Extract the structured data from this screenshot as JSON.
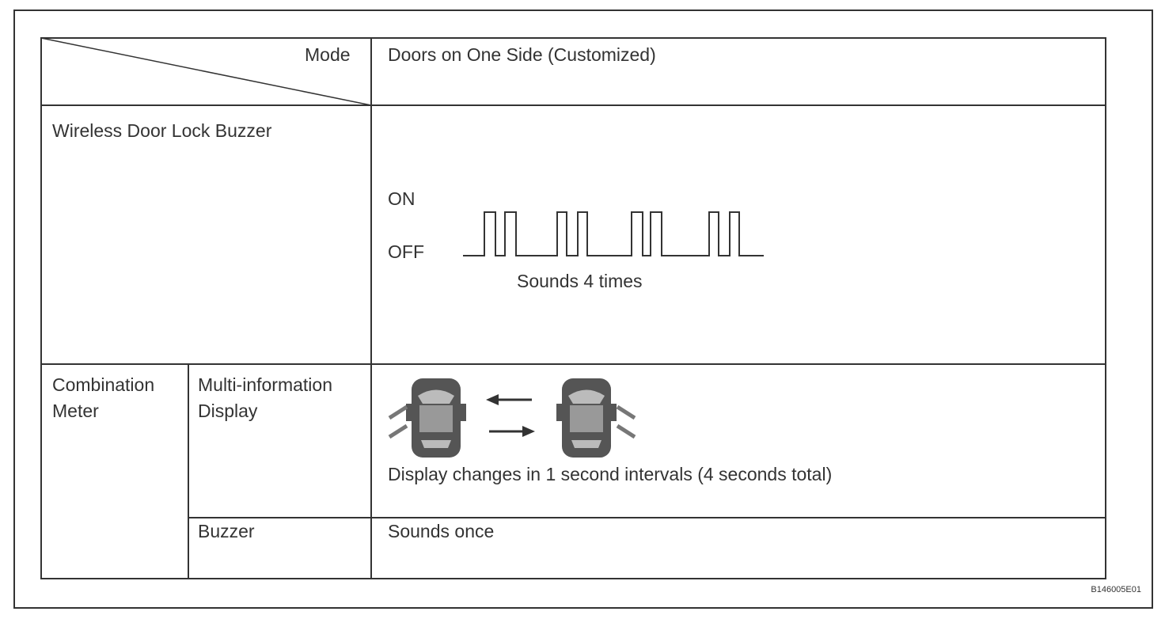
{
  "table": {
    "mode_label": "Mode",
    "header_value": "Doors on One Side (Customized)",
    "row_buzzer": {
      "label": "Wireless Door Lock Buzzer",
      "on_label": "ON",
      "off_label": "OFF",
      "caption": "Sounds 4 times"
    },
    "row_meter": {
      "label_line1": "Combination",
      "label_line2": "Meter",
      "display": {
        "label_line1": "Multi-information",
        "label_line2": "Display",
        "caption": "Display changes in 1 second intervals (4 seconds total)"
      },
      "buzzer": {
        "label": "Buzzer",
        "value": "Sounds once"
      }
    }
  },
  "figure_id": "B146005E01",
  "waveform": {
    "pulse_groups": 4,
    "pulses_per_group": 2
  },
  "colors": {
    "line": "#333333",
    "car_body": "#555555"
  }
}
